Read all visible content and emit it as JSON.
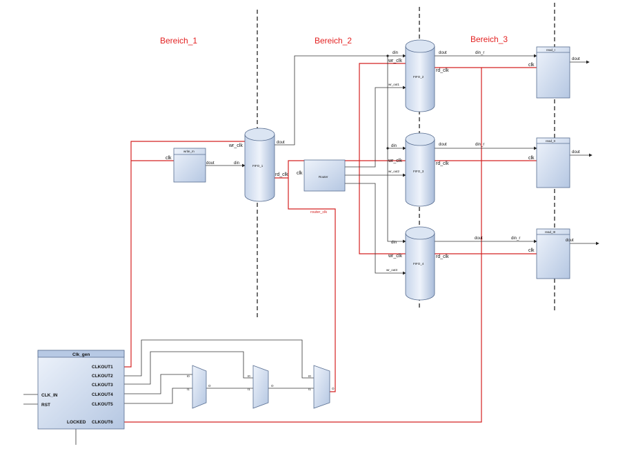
{
  "regions": [
    "Bereich_1",
    "Bereich_2",
    "Bereich_3"
  ],
  "write_block": {
    "title": "write_m",
    "clk": "clk",
    "dout": "dout"
  },
  "fifo1": {
    "name": "FIFO_1",
    "wr_clk": "wr_clk",
    "rd_clk": "rd_clk",
    "din": "din",
    "dout": "dout"
  },
  "fifo2": {
    "name": "FIFO_2",
    "din": "din",
    "dout": "dout",
    "wr_clk": "wr_clk",
    "rd_clk": "rd_clk",
    "wr_en": "wr_out1",
    "din_r": "din_r"
  },
  "fifo3": {
    "name": "FIFO_3",
    "din": "din",
    "dout": "dout",
    "wr_clk": "wr_clk",
    "rd_clk": "rd_clk",
    "wr_en": "wr_out2",
    "din_r": "din_r"
  },
  "fifo4": {
    "name": "FIFO_4",
    "din": "din",
    "dout": "dout",
    "wr_clk": "wr_clk",
    "rd_clk": "rd_clk",
    "wr_en": "wr_out3",
    "din_r": "din_r"
  },
  "router": {
    "title": "Router",
    "clk": "clk",
    "clk_net": "router_clk"
  },
  "readers": [
    {
      "title": "read_I",
      "clk": "clk",
      "dout": "dout"
    },
    {
      "title": "read_II",
      "clk": "clk",
      "dout": "dout"
    },
    {
      "title": "read_III",
      "clk": "clk",
      "dout": "dout"
    }
  ],
  "clk_gen": {
    "title": "Clk_gen",
    "inputs": [
      "CLK_IN",
      "RST"
    ],
    "outputs": [
      "CLKOUT1",
      "CLKOUT2",
      "CLKOUT3",
      "CLKOUT4",
      "CLKOUT5",
      "CLKOUT6"
    ],
    "locked": "LOCKED"
  },
  "muxes": [
    {
      "in0": "I0",
      "in1": "I1",
      "out": "O"
    },
    {
      "in0": "I0",
      "in1": "I1",
      "out": "O"
    },
    {
      "in0": "I0",
      "in1": "I1",
      "out": "O"
    }
  ]
}
